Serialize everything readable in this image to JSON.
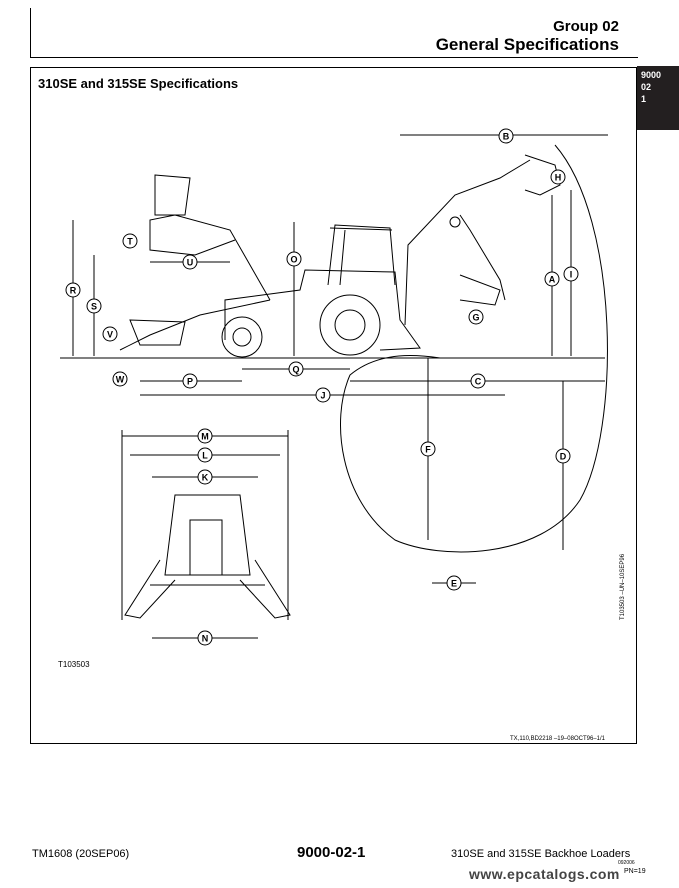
{
  "header": {
    "group_label": "Group 02",
    "section_title": "General Specifications"
  },
  "side_tab": {
    "line1": "9000",
    "line2": "02",
    "line3": "1"
  },
  "figure": {
    "title": "310SE and 315SE Specifications",
    "figure_id": "T103503",
    "vertical_note": "T103503 –UN–10SEP96",
    "tx_note": "TX,110,BD2218  –19–08OCT96–1/1",
    "dimension_labels": [
      "A",
      "B",
      "C",
      "D",
      "E",
      "F",
      "G",
      "H",
      "I",
      "J",
      "K",
      "L",
      "M",
      "N",
      "O",
      "P",
      "Q",
      "R",
      "S",
      "T",
      "U",
      "V",
      "W"
    ]
  },
  "footer": {
    "left": "TM1608 (20SEP06)",
    "center": "9000-02-1",
    "right": "310SE and 315SE Backhoe Loaders",
    "date": "092006",
    "page": "PN=19",
    "watermark": "www.epcatalogs.com"
  }
}
